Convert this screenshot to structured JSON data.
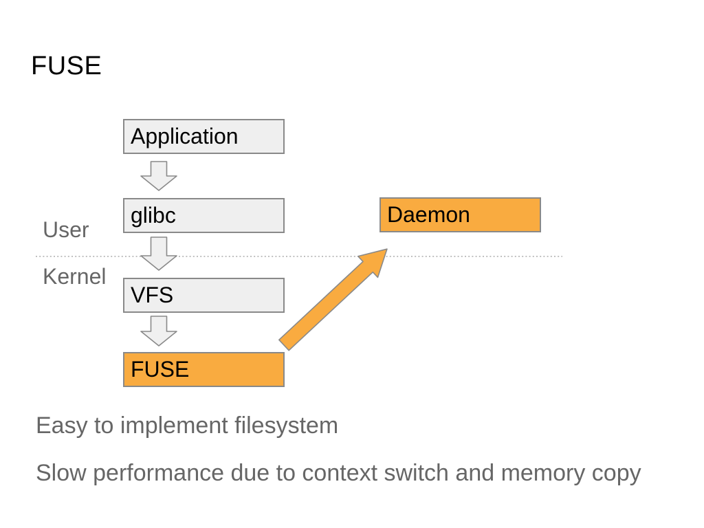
{
  "slide": {
    "title": "FUSE",
    "side_labels": {
      "user": "User",
      "kernel": "Kernel"
    },
    "boxes": [
      {
        "id": "application",
        "label": "Application",
        "style": "gray"
      },
      {
        "id": "glibc",
        "label": "glibc",
        "style": "gray"
      },
      {
        "id": "daemon",
        "label": "Daemon",
        "style": "orange"
      },
      {
        "id": "vfs",
        "label": "VFS",
        "style": "gray"
      },
      {
        "id": "fuse",
        "label": "FUSE",
        "style": "orange"
      }
    ],
    "notes": {
      "easy": "Easy to implement filesystem",
      "slow": "Slow performance due to context switch and memory copy"
    },
    "colors": {
      "accent_orange": "#F9AB40",
      "box_gray_fill": "#EFEFEF",
      "box_border_gray": "#898989",
      "arrow_gray_fill": "#F0F0F0",
      "dotted_divider_gray": "#ABABAB",
      "secondary_text_gray": "#666666",
      "primary_text": "#000000"
    }
  }
}
